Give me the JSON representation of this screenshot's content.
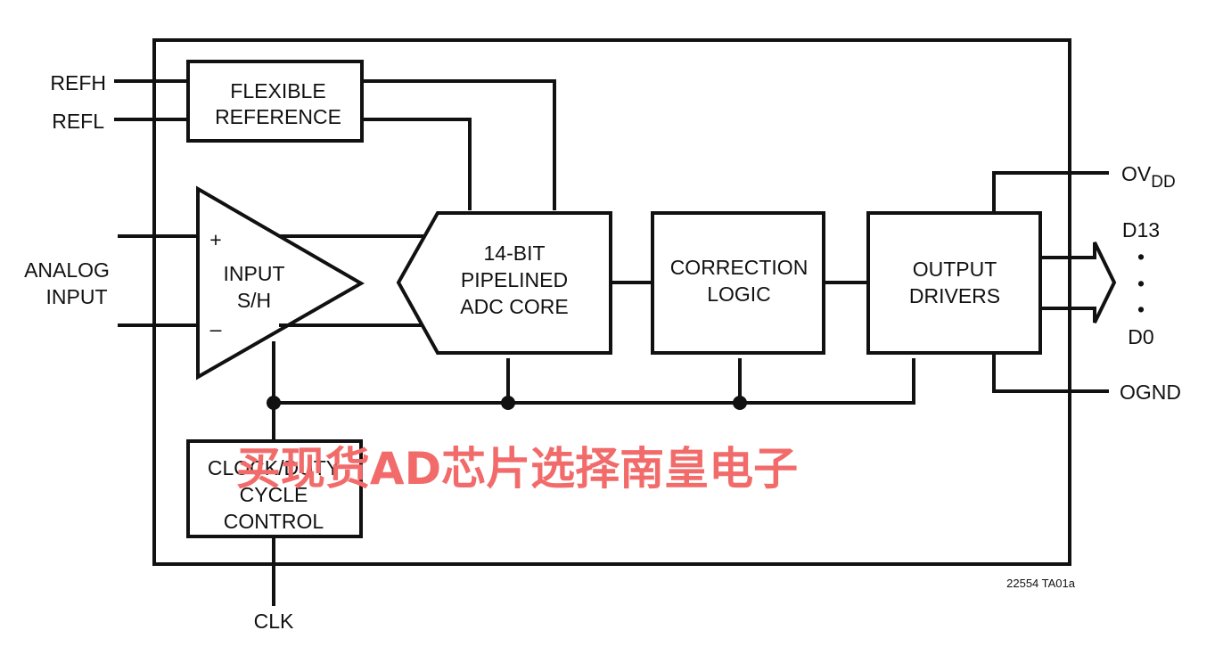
{
  "diagram": {
    "pins": {
      "refh": "REFH",
      "refl": "REFL",
      "analog_input_line1": "ANALOG",
      "analog_input_line2": "INPUT",
      "clk": "CLK",
      "ovdd_main": "OV",
      "ovdd_sub": "DD",
      "d13": "D13",
      "d0": "D0",
      "ognd": "OGND"
    },
    "blocks": {
      "flexible_reference": [
        "FLEXIBLE",
        "REFERENCE"
      ],
      "input_sh": [
        "INPUT",
        "S/H"
      ],
      "adc_core": [
        "14-BIT",
        "PIPELINED",
        "ADC CORE"
      ],
      "correction_logic": [
        "CORRECTION",
        "LOGIC"
      ],
      "output_drivers": [
        "OUTPUT",
        "DRIVERS"
      ],
      "clock_duty_cycle": [
        "CLOCK/DUTY",
        "CYCLE",
        "CONTROL"
      ]
    },
    "signs": {
      "plus": "+",
      "minus": "–"
    },
    "bus_dots": "•",
    "figure_id": "22554 TA01a"
  },
  "watermark": "买现货AD芯片选择南皇电子"
}
